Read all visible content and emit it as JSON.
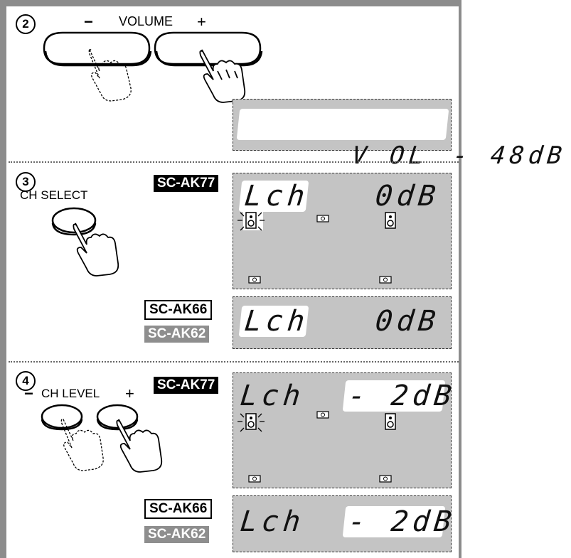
{
  "steps": [
    {
      "number": "2",
      "buttons_label": "VOLUME",
      "minus": "−",
      "plus": "+",
      "display": {
        "text_left": "V OL",
        "text_right": "- 48dB"
      }
    },
    {
      "number": "3",
      "button_label": "CH SELECT",
      "model_a": "SC-AK77",
      "model_b": "SC-AK66",
      "model_c": "SC-AK62",
      "display": {
        "text_left": "Lch",
        "text_right": "0dB"
      }
    },
    {
      "number": "4",
      "buttons_label": "CH LEVEL",
      "minus": "−",
      "plus": "+",
      "model_a": "SC-AK77",
      "model_b": "SC-AK66",
      "model_c": "SC-AK62",
      "display": {
        "text_left": "Lch",
        "text_right": "- 2dB"
      }
    }
  ],
  "icons": [
    "pressing-hand-icon",
    "speaker-icon",
    "small-speaker-icon"
  ],
  "colors": {
    "lcd": "#c4c4c4",
    "frame": "#8c8c8c",
    "badge_black": "#000000",
    "badge_grey": "#8e8e8e"
  }
}
